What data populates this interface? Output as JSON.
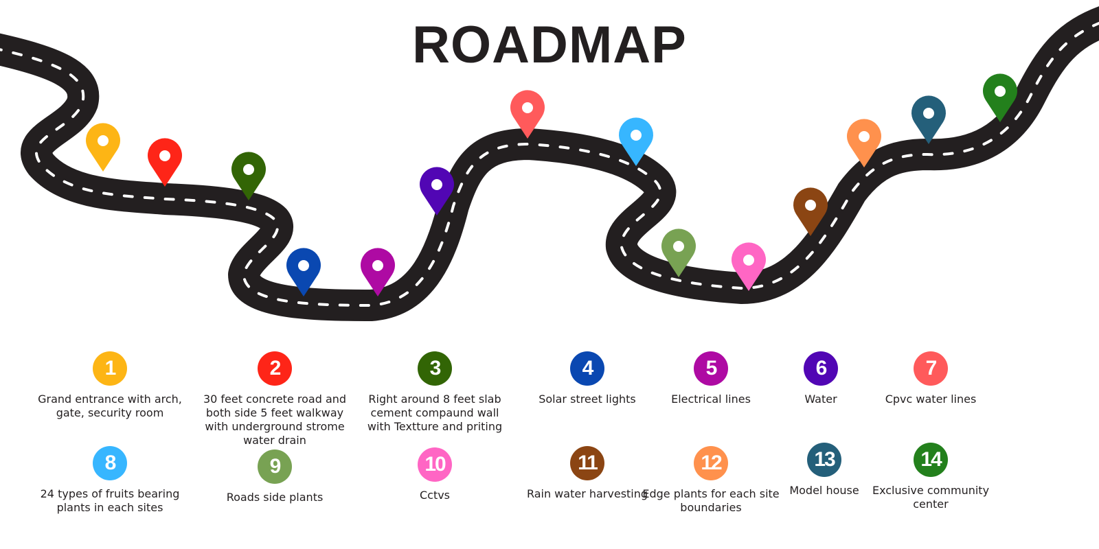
{
  "title": "ROADMAP",
  "road_color": "#231f20",
  "milestones": [
    {
      "number": "1",
      "color": "#fdb515",
      "label": "Grand entrance with arch, gate, security room"
    },
    {
      "number": "2",
      "color": "#fe2518",
      "label": "30 feet concrete road and both side 5 feet walkway with underground strome water drain"
    },
    {
      "number": "3",
      "color": "#326505",
      "label": "Right around 8 feet slab cement compaund wall with Textture and priting"
    },
    {
      "number": "4",
      "color": "#0a48b1",
      "label": "Solar street lights"
    },
    {
      "number": "5",
      "color": "#ae0aa3",
      "label": "Electrical lines"
    },
    {
      "number": "6",
      "color": "#5106b4",
      "label": "Water"
    },
    {
      "number": "7",
      "color": "#ff5a5b",
      "label": "Cpvc water lines"
    },
    {
      "number": "8",
      "color": "#37b6ff",
      "label": "24 types of fruits bearing plants in each sites"
    },
    {
      "number": "9",
      "color": "#78a253",
      "label": "Roads side plants"
    },
    {
      "number": "10",
      "color": "#ff66c4",
      "label": "Cctvs"
    },
    {
      "number": "11",
      "color": "#8b4513",
      "label": "Rain water harvesting"
    },
    {
      "number": "12",
      "color": "#ff914d",
      "label": "Edge plants for each site boundaries"
    },
    {
      "number": "13",
      "color": "#245f7a",
      "label": "Model house"
    },
    {
      "number": "14",
      "color": "#23801c",
      "label": "Exclusive community center"
    }
  ]
}
